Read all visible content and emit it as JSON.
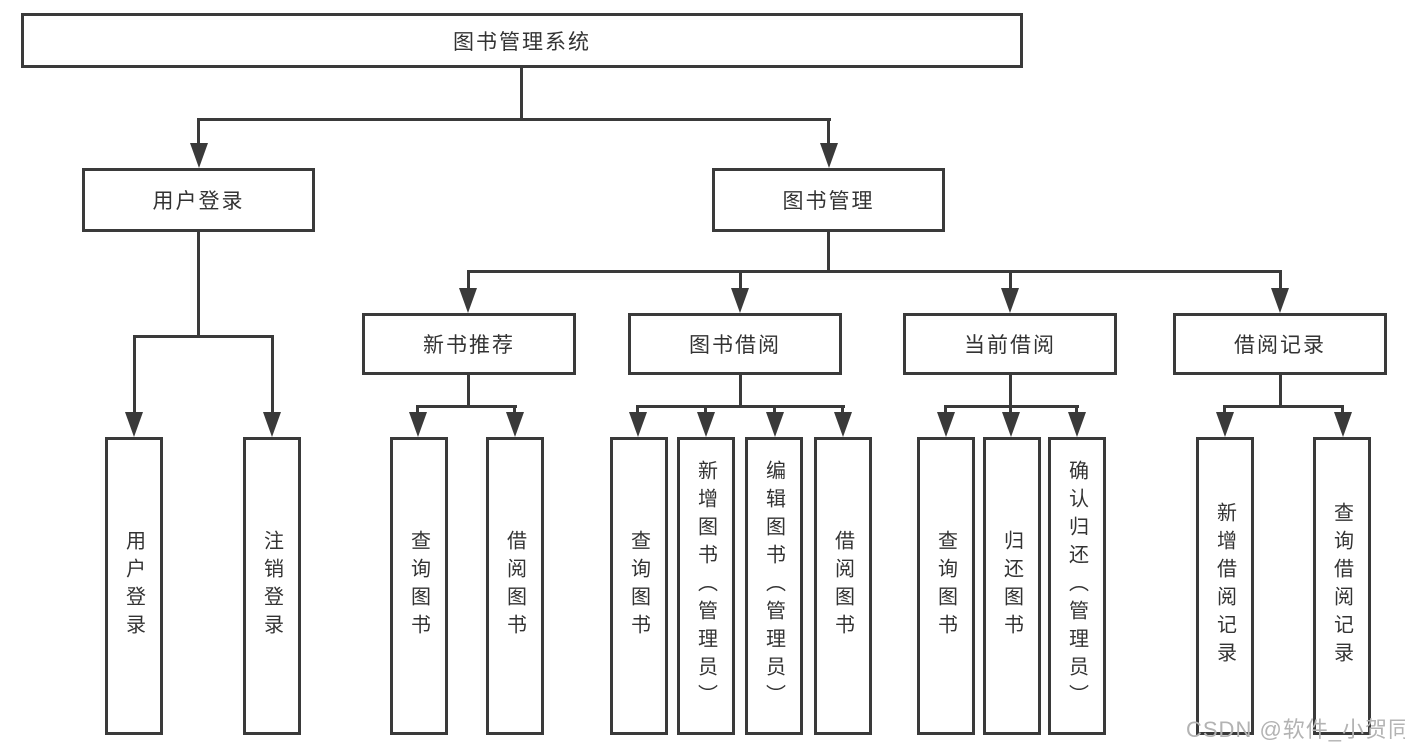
{
  "tree": {
    "label": "图书管理系统",
    "children": [
      {
        "label": "用户登录",
        "children": [
          {
            "label": "用户登录"
          },
          {
            "label": "注销登录"
          }
        ]
      },
      {
        "label": "图书管理",
        "children": [
          {
            "label": "新书推荐",
            "children": [
              {
                "label": "查询图书"
              },
              {
                "label": "借阅图书"
              }
            ]
          },
          {
            "label": "图书借阅",
            "children": [
              {
                "label": "查询图书"
              },
              {
                "label": "新增图书（管理员）"
              },
              {
                "label": "编辑图书（管理员）"
              },
              {
                "label": "借阅图书"
              }
            ]
          },
          {
            "label": "当前借阅",
            "children": [
              {
                "label": "查询图书"
              },
              {
                "label": "归还图书"
              },
              {
                "label": "确认归还（管理员）"
              }
            ]
          },
          {
            "label": "借阅记录",
            "children": [
              {
                "label": "新增借阅记录"
              },
              {
                "label": "查询借阅记录"
              }
            ]
          }
        ]
      }
    ]
  },
  "colors": {
    "line": "#3a3a3a",
    "text": "#333333",
    "box-bg": "#ffffff"
  },
  "watermark": {
    "text": "CSDN @软件_小贺同学",
    "color": "#b3b3b3"
  }
}
